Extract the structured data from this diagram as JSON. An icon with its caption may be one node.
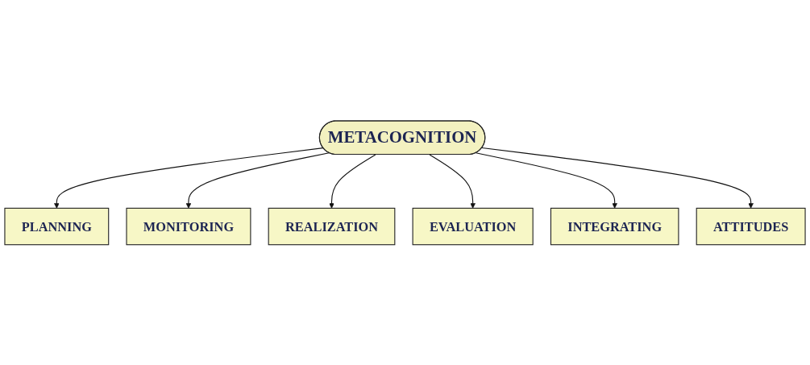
{
  "diagram": {
    "nodes": [
      {
        "text": [
          "METACOGNITION"
        ]
      },
      {
        "text": [
          "PLANNING"
        ]
      },
      {
        "text": [
          "MONITORING"
        ]
      },
      {
        "text": [
          "REALIZATION"
        ]
      },
      {
        "text": [
          "EVALUATION"
        ]
      },
      {
        "text": [
          "INTEGRATING"
        ]
      },
      {
        "text": [
          "ATTITUDES"
        ]
      }
    ],
    "edges": [
      {
        "from": 0,
        "to": 1,
        "arrow": "to"
      },
      {
        "from": 0,
        "to": 2,
        "arrow": "to"
      },
      {
        "from": 0,
        "to": 3,
        "arrow": "to"
      },
      {
        "from": 0,
        "to": 4,
        "arrow": "to"
      },
      {
        "from": 0,
        "to": 5,
        "arrow": "to"
      },
      {
        "from": 0,
        "to": 6,
        "arrow": "to"
      }
    ]
  }
}
